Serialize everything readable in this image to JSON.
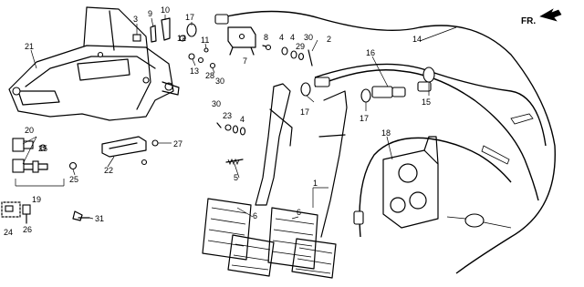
{
  "direction_label": "FR.",
  "callouts": {
    "c1": "1",
    "c2": "2",
    "c3": "3",
    "c4a": "4",
    "c4b": "4",
    "c4c": "4",
    "c5": "5",
    "c6a": "6",
    "c6b": "6",
    "c7": "7",
    "c8": "8",
    "c9": "9",
    "c10": "10",
    "c11": "11",
    "c12": "12",
    "c13": "13",
    "c14": "14",
    "c15": "15",
    "c16": "16",
    "c17a": "17",
    "c17b": "17",
    "c17c": "17",
    "c18": "18",
    "c19": "19",
    "c20": "20",
    "c21": "21",
    "c22": "22",
    "c23": "23",
    "c24": "24",
    "c25a": "25",
    "c25b": "25",
    "c26": "26",
    "c27": "27",
    "c28": "28",
    "c29": "29",
    "c30a": "30",
    "c30b": "30",
    "c30c": "30",
    "c31": "31"
  }
}
